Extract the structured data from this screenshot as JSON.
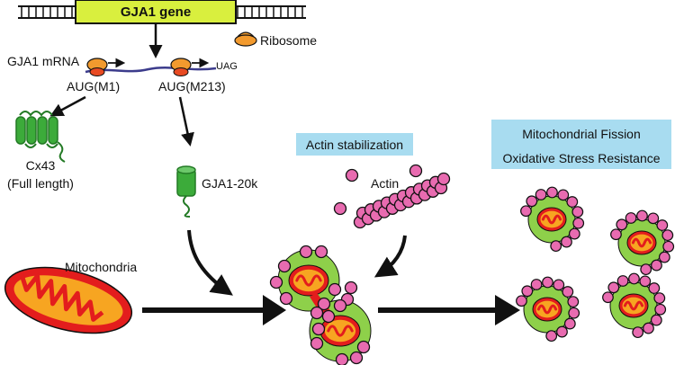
{
  "labels": {
    "gene": "GJA1 gene",
    "ribosome": "Ribosome",
    "mrna": "GJA1 mRNA",
    "stop_codon": "UAG",
    "start_m1": "AUG(M1)",
    "start_m213": "AUG(M213)",
    "cx43_line1": "Cx43",
    "cx43_line2": "(Full length)",
    "gja1_20k": "GJA1-20k",
    "actin_stabilization": "Actin stabilization",
    "actin": "Actin",
    "mito_fission": "Mitochondrial Fission",
    "oxidative_stress": "Oxidative Stress Resistance",
    "mitochondria": "Mitochondria"
  },
  "colors": {
    "gene_box": "#d9ef3e",
    "ribosome": "#f29a2e",
    "ribosome_inner": "#e84a22",
    "mrna_line": "#3c3c8c",
    "protein_green": "#3cab3a",
    "protein_dark": "#237a25",
    "info_box": "#a8dcf0",
    "actin_pink": "#e86bb0",
    "mito_red": "#e31d1d",
    "mito_orange": "#f7a521",
    "halo_green": "#8ed04a"
  }
}
